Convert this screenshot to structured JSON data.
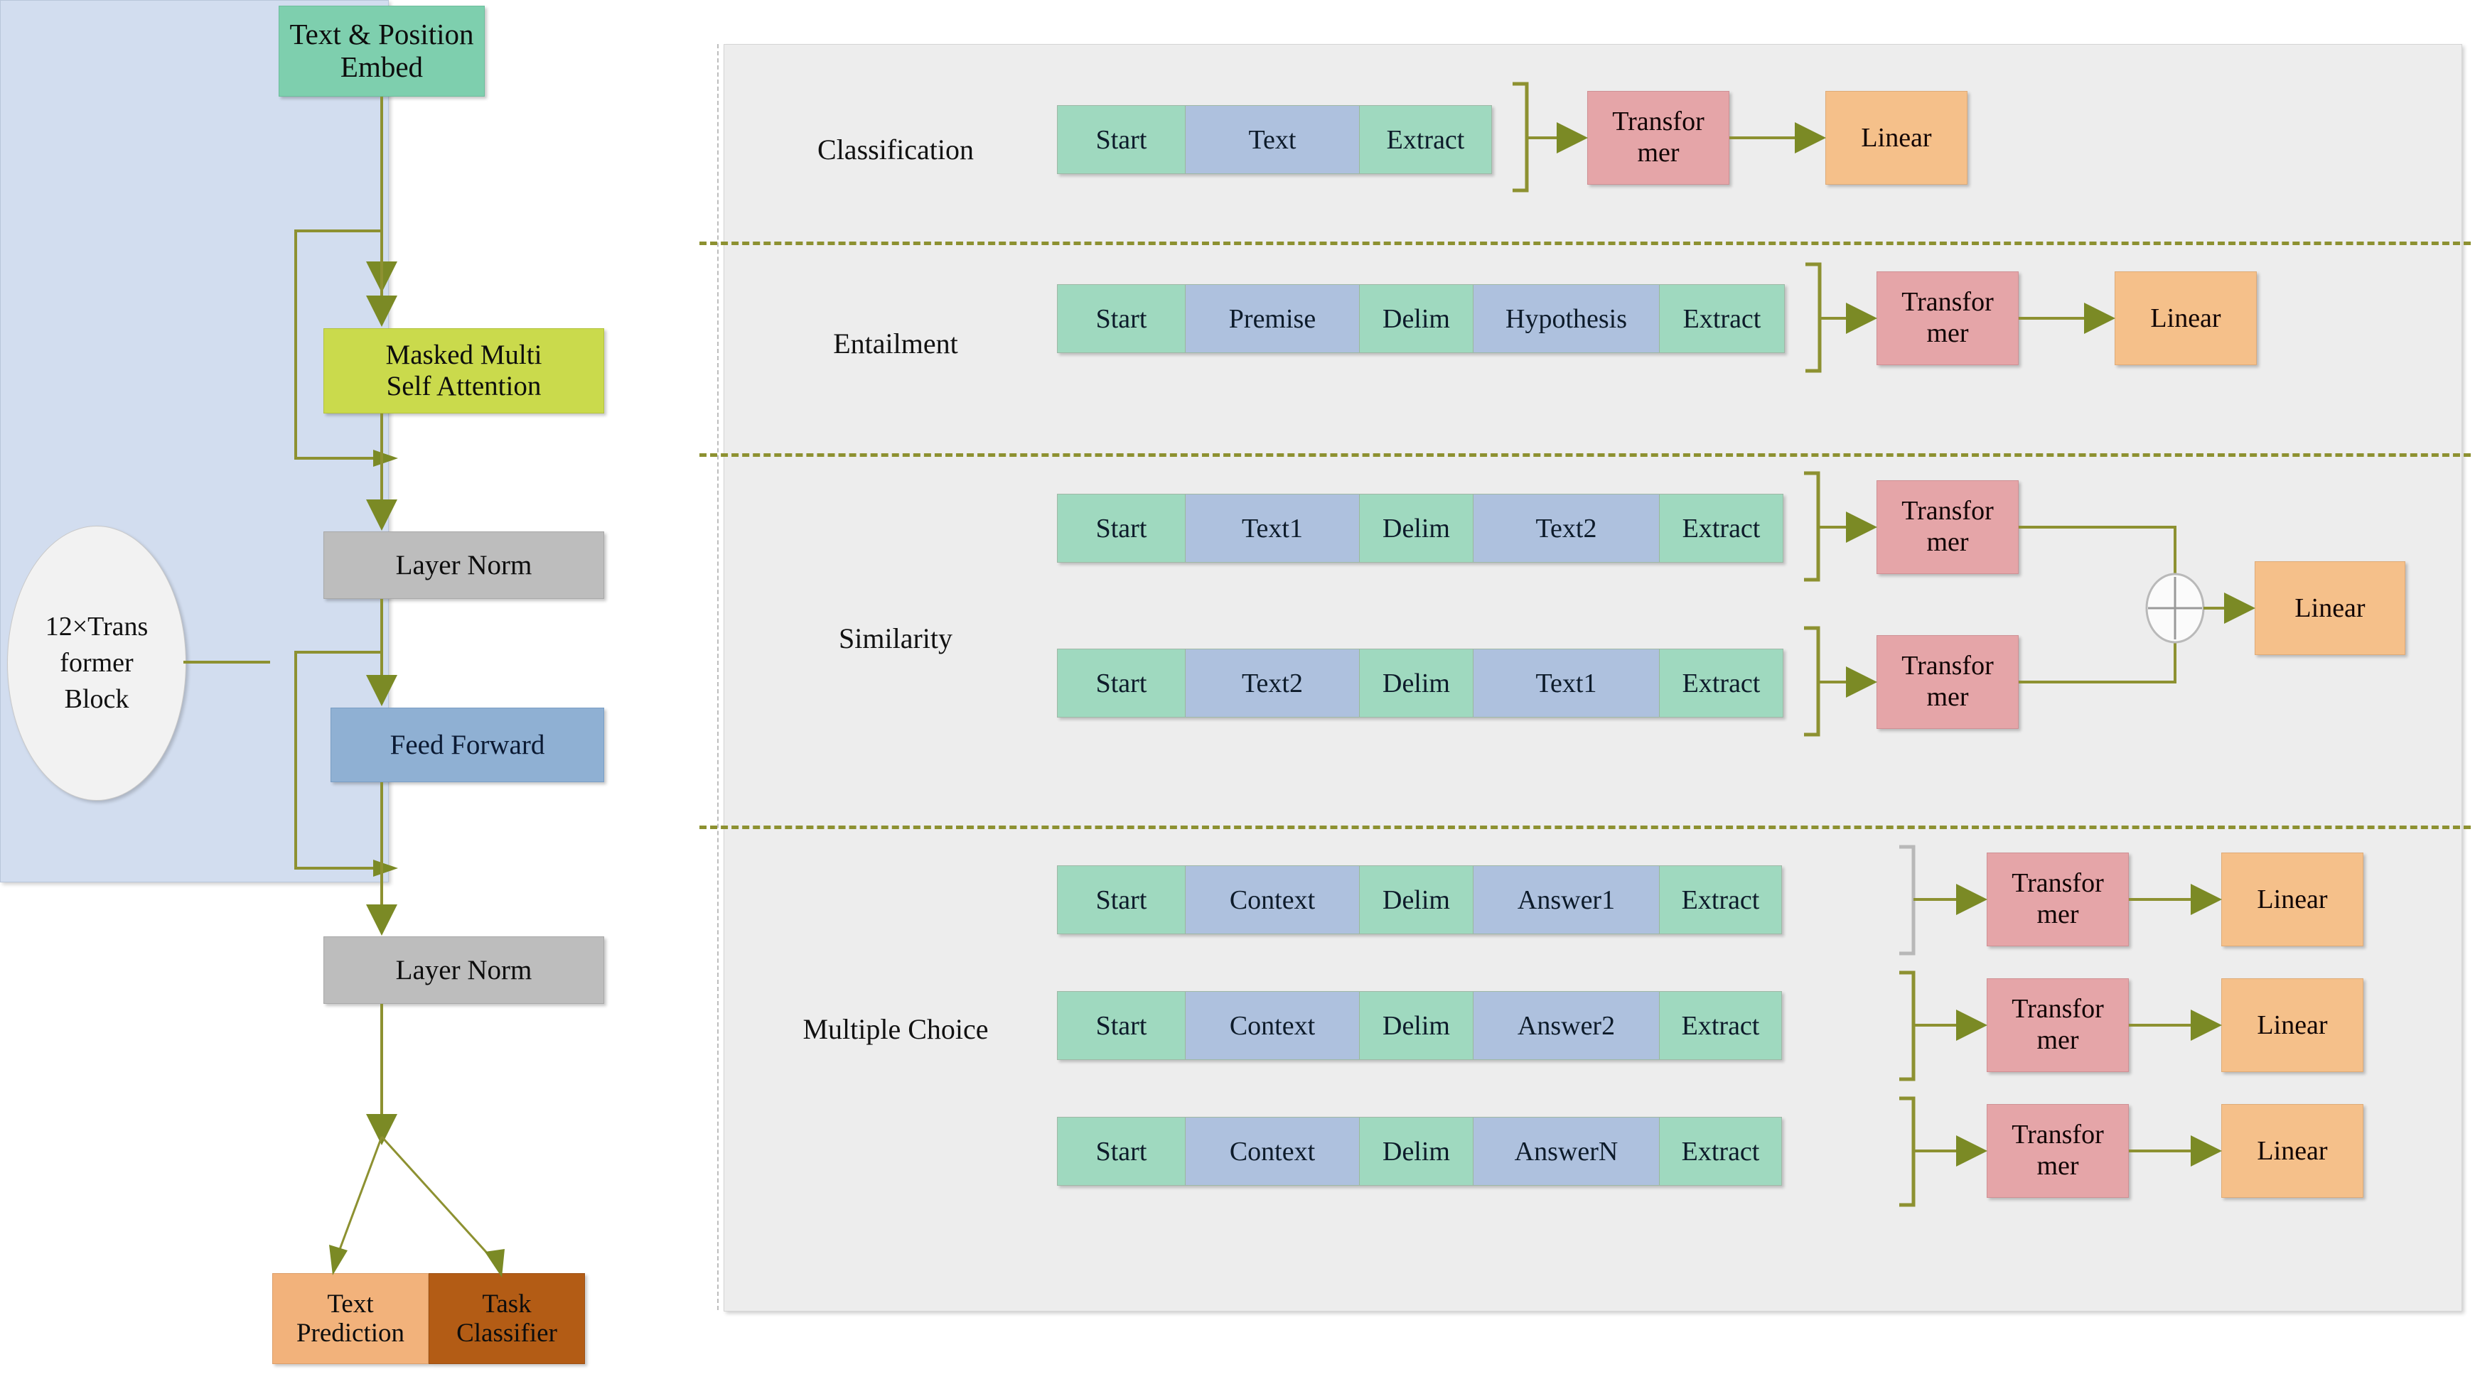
{
  "left_column": {
    "embed": "Text & Position\nEmbed",
    "block_annotation": "12×Trans\nformer\nBlock",
    "attention": "Masked Multi\nSelf Attention",
    "layer_norm_1": "Layer Norm",
    "feed_forward": "Feed Forward",
    "layer_norm_2": "Layer Norm",
    "text_prediction": "Text\nPrediction",
    "task_classifier": "Task\nClassifier"
  },
  "right_panel": {
    "rows": [
      {
        "label": "Classification",
        "strips": [
          [
            "Start",
            "Text",
            "Extract"
          ]
        ],
        "transformer": "Transfor\nmer",
        "linear": "Linear"
      },
      {
        "label": "Entailment",
        "strips": [
          [
            "Start",
            "Premise",
            "Delim",
            "Hypothesis",
            "Extract"
          ]
        ],
        "transformer": "Transfor\nmer",
        "linear": "Linear"
      },
      {
        "label": "Similarity",
        "strips": [
          [
            "Start",
            "Text1",
            "Delim",
            "Text2",
            "Extract"
          ],
          [
            "Start",
            "Text2",
            "Delim",
            "Text1",
            "Extract"
          ]
        ],
        "transformer": "Transfor\nmer",
        "linear": "Linear",
        "combine_operator": "⊕"
      },
      {
        "label": "Multiple Choice",
        "strips": [
          [
            "Start",
            "Context",
            "Delim",
            "Answer1",
            "Extract"
          ],
          [
            "Start",
            "Context",
            "Delim",
            "Answer2",
            "Extract"
          ],
          [
            "Start",
            "Context",
            "Delim",
            "AnswerN",
            "Extract"
          ]
        ],
        "transformer": "Transfor\nmer",
        "linear": "Linear"
      }
    ]
  },
  "cells": {
    "c_start": "Start",
    "c_text": "Text",
    "c_extract": "Extract",
    "c_premise": "Premise",
    "c_delim": "Delim",
    "c_hypothesis": "Hypothesis",
    "c_text1": "Text1",
    "c_text2": "Text2",
    "c_context": "Context",
    "c_answer1": "Answer1",
    "c_answer2": "Answer2",
    "c_answerN": "AnswerN",
    "tf": "Transfor\nmer",
    "lin": "Linear"
  },
  "colors": {
    "green_token": "#9fd9bf",
    "blue_token": "#aec1de",
    "transformer_pink": "#e5a5a8",
    "linear_orange": "#f5c08a",
    "attention_yellow": "#cada4c",
    "feed_forward_blue": "#8fb0d3",
    "layer_norm_gray": "#bdbdbd",
    "block_panel_blue": "#d2ddef",
    "embed_green": "#7ecfae",
    "text_prediction_orange": "#f2b27b",
    "task_classifier_brown": "#b35c15",
    "arrow_olive": "#8d9131",
    "panel_gray": "#ededed"
  }
}
